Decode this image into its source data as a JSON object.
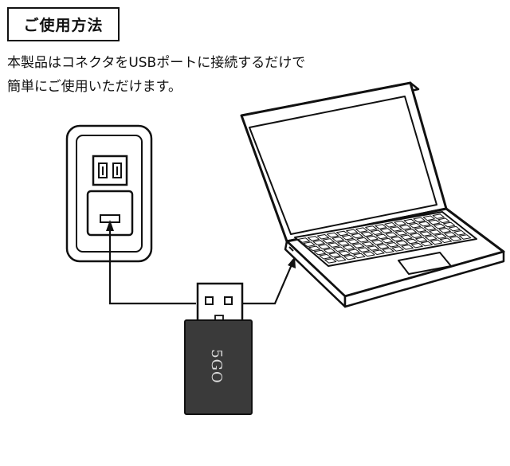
{
  "section": {
    "title": "ご使用方法",
    "description_lines": [
      "本製品はコネクタをUSBポートに接続するだけで",
      "簡単にご使用いただけます。"
    ]
  },
  "device": {
    "label": "5GO",
    "body_color": "#3a3a3a"
  },
  "icons": [
    "wall-outlet-icon",
    "usb-plug-icon",
    "laptop-icon",
    "usb-device-icon"
  ]
}
